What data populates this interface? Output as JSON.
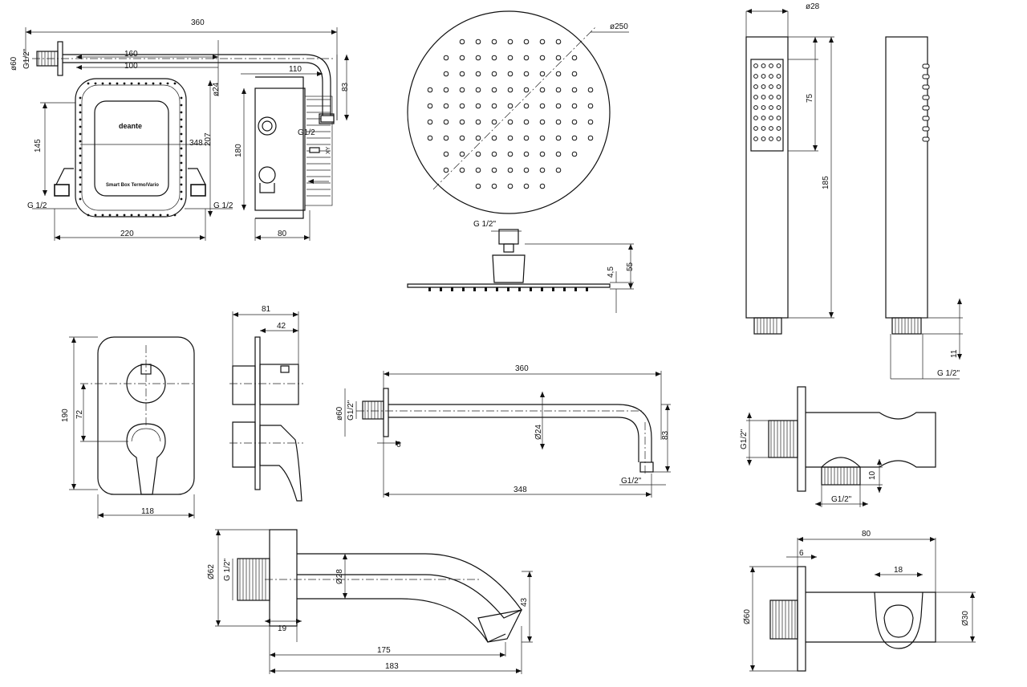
{
  "sheet": {
    "wall_arm_top": {
      "len": "360",
      "d": "ø60",
      "thread": "G1/2\"",
      "tube_d": "ø24",
      "inner": "160",
      "inner2": "100",
      "drop": "83",
      "off": "110"
    },
    "box": {
      "h_total": "207",
      "len": "348",
      "h1": "145",
      "width": "220",
      "depth": "80",
      "depth_h": "180",
      "g_left": "G 1/2",
      "g_right": "G 1/2",
      "g_side": "G1/2",
      "brand": "deante",
      "label": "Smart Box Termo/Vario",
      "tick": "XY"
    },
    "head": {
      "d": "ø250",
      "thread": "G 1/2\"",
      "h": "55",
      "plate": "4,5"
    },
    "hand": {
      "d": "ø28",
      "face": "75",
      "len": "185",
      "thread_h": "11",
      "thread": "G 1/2\""
    },
    "mixer": {
      "h": "190",
      "axis": "72",
      "w": "118",
      "depth": "81",
      "depth2": "42"
    },
    "arm_front": {
      "len": "360",
      "d": "ø60",
      "thread": "G1/2\"",
      "tube": "Ø24",
      "drop": "83",
      "flange": "6",
      "len2": "348",
      "out": "G1/2\""
    },
    "outlet": {
      "thread": "G1/2\"",
      "h": "10",
      "bottom": "G1/2\""
    },
    "holder": {
      "len": "80",
      "flange": "6",
      "slot": "18",
      "d": "Ø60",
      "d2": "Ø30"
    },
    "spout": {
      "d": "Ø62",
      "thread": "G 1/2\"",
      "tube": "Ø28",
      "drop": "43",
      "flange": "19",
      "len1": "175",
      "len2": "183"
    }
  }
}
